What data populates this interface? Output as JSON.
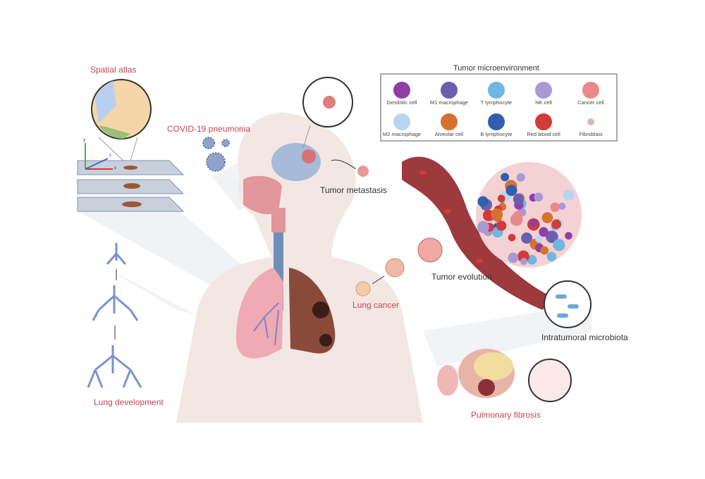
{
  "labels": {
    "spatial_atlas": "Spatial atlas",
    "covid": "COVID-19 pneumonia",
    "tumor_metastasis": "Tumor metastasis",
    "tumor_evolution": "Tumor evolution",
    "lung_cancer": "Lung cancer",
    "microbiota": "Intratumoral microbiota",
    "lung_development": "Lung development",
    "pulmonary_fibrosis": "Pulmonary fibrosis",
    "axis_x": "x",
    "axis_y": "y",
    "axis_z": "z"
  },
  "legend": {
    "title": "Tumor microenvironment",
    "items": [
      {
        "label": "Dendritic cell",
        "color": "#8e3fa6"
      },
      {
        "label": "M1 macrophage",
        "color": "#6a5fae"
      },
      {
        "label": "T lymphocyte",
        "color": "#6fb6e0"
      },
      {
        "label": "NK cell",
        "color": "#a99ad6"
      },
      {
        "label": "Cancer cell",
        "color": "#e88a8a"
      },
      {
        "label": "M2 macrophage",
        "color": "#b9d4ee"
      },
      {
        "label": "Alveolar cell",
        "color": "#d8712f"
      },
      {
        "label": "B lymphocyte",
        "color": "#2f5fae"
      },
      {
        "label": "Red blood cell",
        "color": "#d33a3a"
      },
      {
        "label": "Fibroblast",
        "color": "#d9b9a6"
      }
    ]
  }
}
